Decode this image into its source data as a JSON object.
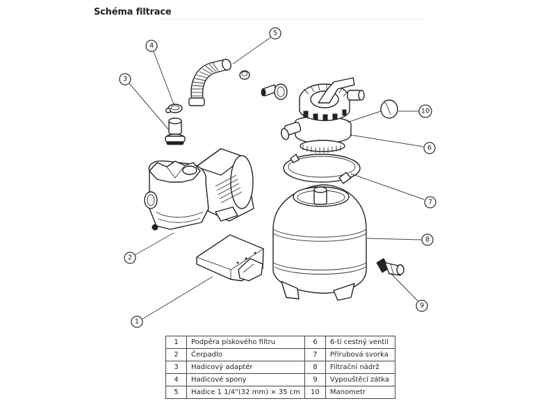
{
  "title": "Schéma filtrace",
  "callouts": [
    "1",
    "2",
    "3",
    "4",
    "5",
    "6",
    "7",
    "8",
    "9",
    "10"
  ],
  "legend": [
    {
      "left_num": "1",
      "left_label": "Podpěra pískového filtru",
      "right_num": "6",
      "right_label": "6-ti cestný ventil"
    },
    {
      "left_num": "2",
      "left_label": "Čerpadlo",
      "right_num": "7",
      "right_label": "Přírubová svorka"
    },
    {
      "left_num": "3",
      "left_label": "Hadicový adaptér",
      "right_num": "8",
      "right_label": "Filtrační nádrž"
    },
    {
      "left_num": "4",
      "left_label": "Hadicové spony",
      "right_num": "9",
      "right_label": "Vypouštěcí zátka"
    },
    {
      "left_num": "5",
      "left_label": "Hadice 1 1/4\"(32 mm) × 35 cm",
      "right_num": "10",
      "right_label": "Manometr"
    }
  ],
  "colors": {
    "line": "#222222",
    "background": "#ffffff"
  }
}
